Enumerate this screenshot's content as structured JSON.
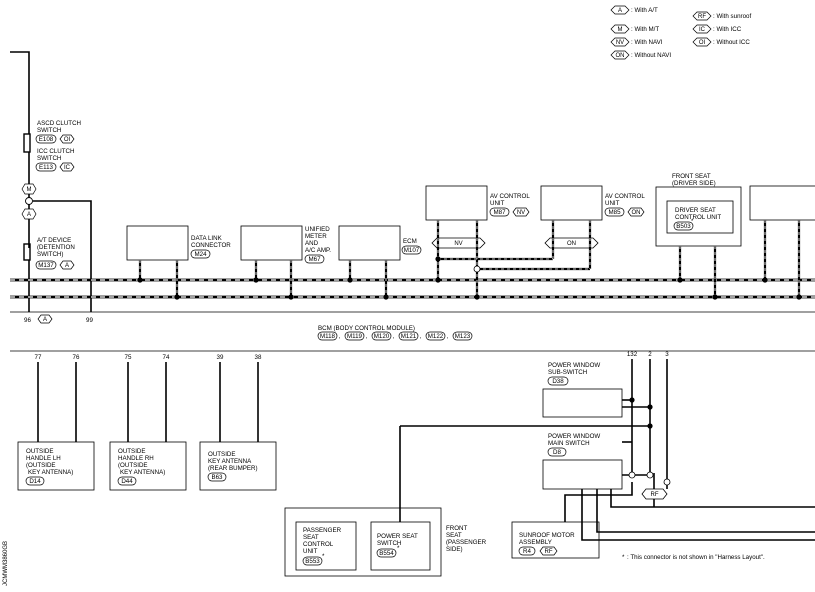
{
  "legend": {
    "a": {
      "code": "A",
      "text": ": With A/T"
    },
    "m": {
      "code": "M",
      "text": ": With M/T"
    },
    "nv": {
      "code": "NV",
      "text": ": With NAVI"
    },
    "on": {
      "code": "ON",
      "text": ": Without NAVI"
    },
    "rf": {
      "code": "RF",
      "text": ": With sunroof"
    },
    "ic": {
      "code": "IC",
      "text": ": With ICC"
    },
    "oi": {
      "code": "OI",
      "text": ": Without ICC"
    }
  },
  "left_devices": {
    "ascd": {
      "line1": "ASCD CLUTCH",
      "line2": "SWITCH",
      "connector": "E108",
      "tag": "OI"
    },
    "icc": {
      "line1": "ICC CLUTCH",
      "line2": "SWITCH",
      "connector": "E113",
      "tag": "IC"
    },
    "tag_m": "M",
    "tag_a": "A",
    "atdev": {
      "line1": "A/T DEVICE",
      "line2": "(DETENTION",
      "line3": "SWITCH)",
      "connector": "M137",
      "tag": "A"
    },
    "pin96": "96",
    "pin96_tag": "A",
    "pin99": "99"
  },
  "bus_devices": {
    "dlc": {
      "line1": "DATA LINK",
      "line2": "CONNECTOR",
      "connector": "M24"
    },
    "meter": {
      "line1": "UNIFIED",
      "line2": "METER",
      "line3": "AND",
      "line4": "A/C AMP.",
      "connector": "M67"
    },
    "ecm": {
      "line1": "ECM",
      "connector": "M107"
    },
    "av_nv": {
      "line1": "AV CONTROL",
      "line2": "UNIT",
      "connector": "M87",
      "tag": "NV"
    },
    "av_on": {
      "line1": "AV CONTROL",
      "line2": "UNIT",
      "connector": "M85",
      "tag": "ON"
    },
    "nv_tag": "NV",
    "on_tag": "ON",
    "front_seat_driver": {
      "line1": "FRONT SEAT",
      "line2": "(DRIVER SIDE)"
    },
    "driver_seat": {
      "line1": "DRIVER SEAT",
      "line2": "CONTROL UNIT",
      "connector": "B503",
      "star": "*"
    }
  },
  "bcm": {
    "title": "BCM (BODY CONTROL MODULE)",
    "connectors": [
      "M118",
      "M119",
      "M120",
      "M121",
      "M122",
      "M123"
    ]
  },
  "pins": {
    "p77": "77",
    "p76": "76",
    "p75": "75",
    "p74": "74",
    "p39": "39",
    "p38": "38",
    "p132": "132",
    "p2": "2",
    "p3": "3"
  },
  "handles": {
    "lh": {
      "line1": "OUTSIDE",
      "line2": "HANDLE LH",
      "line3": "(OUTSIDE",
      "line4": "KEY ANTENNA)",
      "connector": "D14"
    },
    "rh": {
      "line1": "OUTSIDE",
      "line2": "HANDLE RH",
      "line3": "(OUTSIDE",
      "line4": "KEY ANTENNA)",
      "connector": "D44"
    },
    "rear": {
      "line1": "OUTSIDE",
      "line2": "KEY ANTENNA",
      "line3": "(REAR BUMPER)",
      "connector": "B63"
    }
  },
  "passenger": {
    "seat_cu": {
      "line1": "PASSENGER",
      "line2": "SEAT",
      "line3": "CONTROL",
      "line4": "UNIT",
      "connector": "B553",
      "star": "*"
    },
    "power_seat_switch": {
      "line1": "POWER SEAT",
      "line2": "SWITCH",
      "connector": "B554",
      "star": "*"
    },
    "front_seat": {
      "line1": "FRONT",
      "line2": "SEAT",
      "line3": "(PASSENGER",
      "line4": "SIDE)"
    }
  },
  "power_window": {
    "sub": {
      "line1": "POWER WINDOW",
      "line2": "SUB-SWITCH",
      "connector": "D38"
    },
    "main": {
      "line1": "POWER WINDOW",
      "line2": "MAIN SWITCH",
      "connector": "D8"
    },
    "rf_tag": "RF"
  },
  "sunroof": {
    "line1": "SUNROOF MOTOR",
    "line2": "ASSEMBLY",
    "connector": "R4",
    "tag": "RF"
  },
  "footnote": {
    "star": "*",
    "text": ": This connector is not shown in \"Harness Layout\"."
  },
  "side_code": "JCMWM3860GB"
}
